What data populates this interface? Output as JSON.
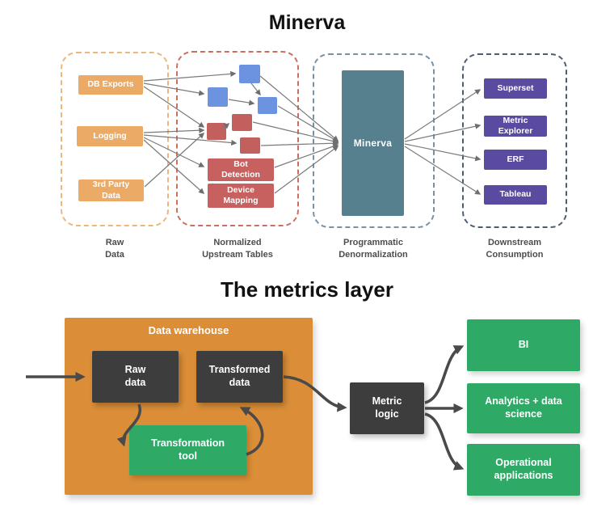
{
  "titles": {
    "top": "Minerva",
    "bottom": "The metrics layer"
  },
  "minerva_diagram": {
    "raw_sources": [
      {
        "label": "DB Exports"
      },
      {
        "label": "Logging"
      },
      {
        "label": "3rd Party\nData"
      }
    ],
    "normalized_tables": {
      "bot_detection": "Bot\nDetection",
      "device_mapping": "Device\nMapping"
    },
    "hub_label": "Minerva",
    "consumers": [
      {
        "label": "Superset"
      },
      {
        "label": "Metric\nExplorer"
      },
      {
        "label": "ERF"
      },
      {
        "label": "Tableau"
      }
    ],
    "column_captions": [
      "Raw\nData",
      "Normalized\nUpstream Tables",
      "Programmatic\nDenormalization",
      "Downstream\nConsumption"
    ]
  },
  "metrics_diagram": {
    "warehouse_label": "Data warehouse",
    "raw_data": "Raw\ndata",
    "transformed_data": "Transformed\ndata",
    "transformation_tool": "Transformation\ntool",
    "metric_logic": "Metric\nlogic",
    "outputs": [
      {
        "label": "BI"
      },
      {
        "label": "Analytics + data\nscience"
      },
      {
        "label": "Operational\napplications"
      }
    ]
  },
  "colors": {
    "source_orange": "#EBAB66",
    "table_blue": "#6B93E0",
    "table_red": "#C2605E",
    "hub_teal": "#57808F",
    "consumer_purple": "#5B4BA0",
    "warehouse_orange": "#DB8E37",
    "dark_box": "#3D3D3D",
    "green_box": "#2FA966",
    "arrow_gray": "#7A7A7A",
    "arrow_dark": "#4A4A4A",
    "dash_orange": "#ECB77E",
    "dash_red": "#CC6F60",
    "dash_steel": "#7792A5",
    "dash_navy": "#4C5E77"
  }
}
